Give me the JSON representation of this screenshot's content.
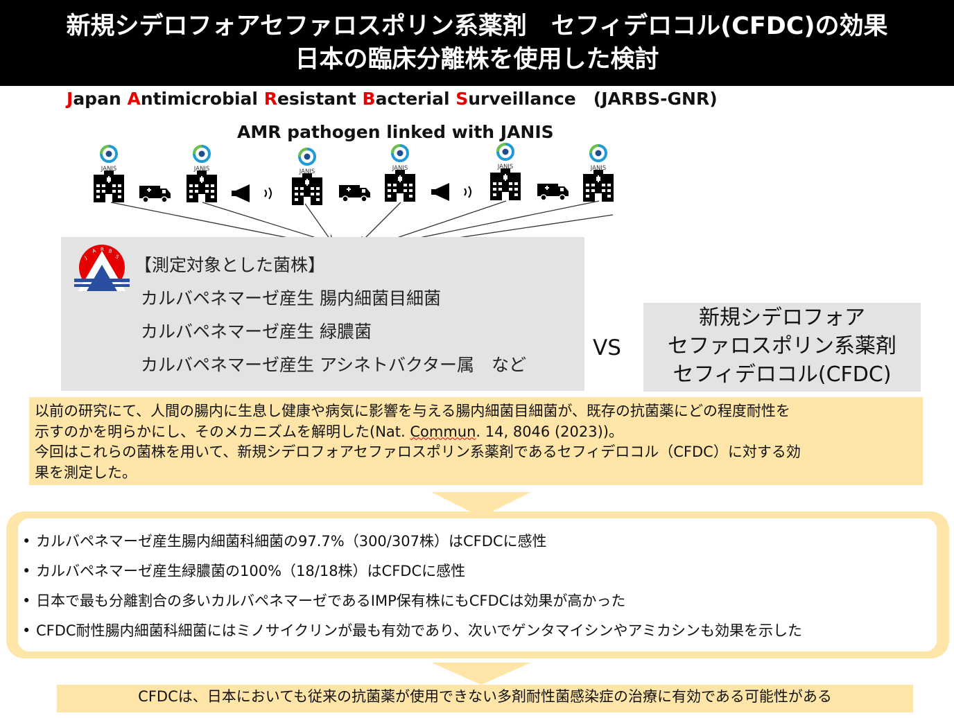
{
  "title": {
    "line1": "新規シデロフォアセファロスポリン系薬剤　セフィデロコル(CFDC)の効果",
    "line2": "日本の臨床分離株を使用した検討"
  },
  "surveillance": {
    "parts": [
      {
        "text": "J",
        "red": true
      },
      {
        "text": "apan ",
        "red": false
      },
      {
        "text": "A",
        "red": true
      },
      {
        "text": "ntimicrobial ",
        "red": false
      },
      {
        "text": "R",
        "red": true
      },
      {
        "text": "esistant ",
        "red": false
      },
      {
        "text": "B",
        "red": true
      },
      {
        "text": "acterial ",
        "red": false
      },
      {
        "text": "S",
        "red": true
      },
      {
        "text": "urveillance　(JARBS-GNR)",
        "red": false
      }
    ],
    "subtitle": "AMR pathogen linked with JANIS",
    "hospital_label": "JANIS"
  },
  "strain_box": {
    "heading": "【測定対象とした菌株】",
    "items": [
      "カルバペネマーゼ産生 腸内細菌目細菌",
      "カルバペネマーゼ産生 緑膿菌",
      "カルバペネマーゼ産生 アシネトバクター属　など"
    ],
    "logo_letters": [
      "J",
      "A",
      "R",
      "B",
      "S"
    ]
  },
  "vs": "VS",
  "cfdc_box": {
    "lines": [
      "新規シデロフォア",
      "セファロスポリン系薬剤",
      "セフィデロコル(CFDC)"
    ]
  },
  "intro": {
    "line1": "以前の研究にて、人間の腸内に生息し健康や病気に影響を与える腸内細菌目細菌が、既存の抗菌薬にどの程度耐性を",
    "line2_a": "示すのかを明らかにし、そのメカニズムを解明した(Nat. ",
    "line2_b": "Commun",
    "line2_c": ". 14, 8046 (2023))。",
    "line3": "今回はこれらの菌株を用いて、新規シデロフォアセファロスポリン系薬剤であるセフィデロコル（CFDC）に対する効",
    "line4": "果を測定した。"
  },
  "results": [
    "カルバペネマーゼ産生腸内細菌科細菌の97.7%（300/307株）はCFDCに感性",
    "カルバペネマーゼ産生緑膿菌の100%（18/18株）はCFDCに感性",
    "日本で最も分離割合の多いカルバペネマーゼであるIMP保有株にもCFDCは効果が高かった",
    "CFDC耐性腸内細菌科細菌にはミノサイクリンが最も有効であり、次いでゲンタマイシンやアミカシンも効果を示した"
  ],
  "conclusion": "CFDCは、日本においても従来の抗菌薬が使用できない多剤耐性菌感染症の治療に有効である可能性がある",
  "icons": {
    "hospital": "hospital-building-icon",
    "janis": "janis-logo-icon",
    "ambulance": "ambulance-icon",
    "megaphone": "megaphone-icon",
    "arrow": "down-arrow-icon"
  },
  "colors": {
    "title_bg": "#000000",
    "accent_red": "#e60000",
    "box_gray": "#e3e3e3",
    "highlight_yellow": "#ffe6a8"
  }
}
